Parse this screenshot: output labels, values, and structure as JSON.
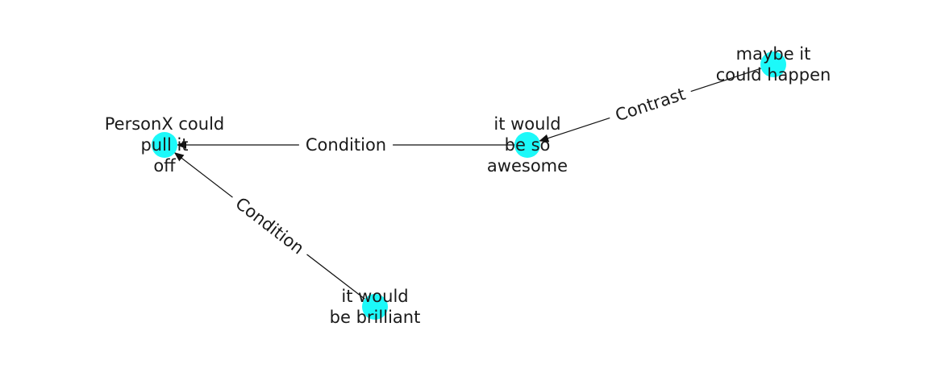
{
  "colors": {
    "node_fill": "#1cf9f9",
    "edge": "#111111",
    "text": "#1a1a1a",
    "background": "#ffffff"
  },
  "nodes": [
    {
      "id": "personx",
      "lines": [
        "PersonX could",
        "pull it",
        "off"
      ]
    },
    {
      "id": "awesome",
      "lines": [
        "it would",
        "be so",
        "awesome"
      ]
    },
    {
      "id": "maybe",
      "lines": [
        "maybe it",
        "could happen"
      ]
    },
    {
      "id": "brilliant",
      "lines": [
        "it would",
        "be brilliant"
      ]
    }
  ],
  "edges": [
    {
      "id": "awesome-to-personx",
      "source": "awesome",
      "target": "personx",
      "label": "Condition"
    },
    {
      "id": "brilliant-to-personx",
      "source": "brilliant",
      "target": "personx",
      "label": "Condition"
    },
    {
      "id": "maybe-to-awesome",
      "source": "maybe",
      "target": "awesome",
      "label": "Contrast"
    }
  ]
}
